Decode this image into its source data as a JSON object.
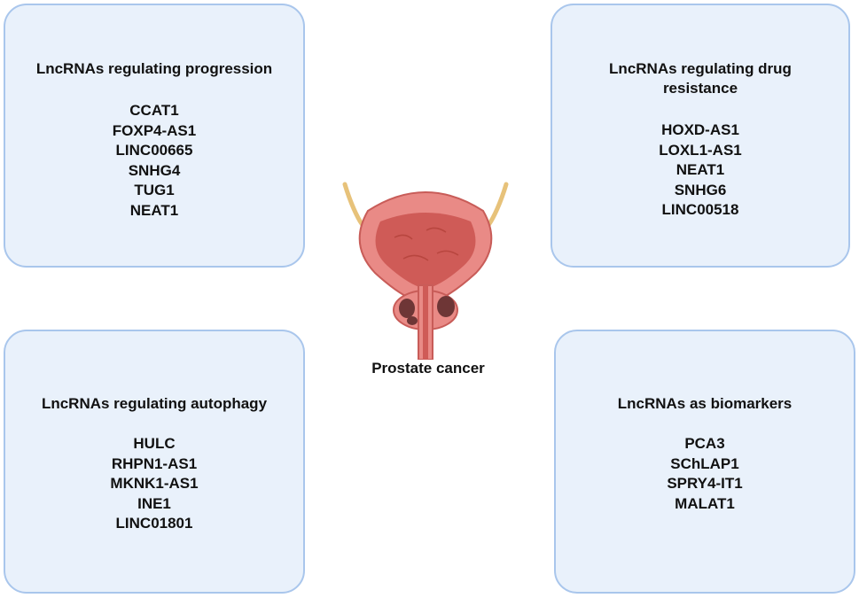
{
  "center": {
    "label": "Prostate cancer",
    "organ_icon": "prostate-bladder-illustration"
  },
  "boxes": {
    "progression": {
      "title": "LncRNAs regulating progression",
      "genes": [
        "CCAT1",
        "FOXP4-AS1",
        "LINC00665",
        "SNHG4",
        "TUG1",
        "NEAT1"
      ]
    },
    "drug_resistance": {
      "title": "LncRNAs regulating drug resistance",
      "genes": [
        "HOXD-AS1",
        "LOXL1-AS1",
        "NEAT1",
        "SNHG6",
        "LINC00518"
      ]
    },
    "autophagy": {
      "title": "LncRNAs regulating autophagy",
      "genes": [
        "HULC",
        "RHPN1-AS1",
        "MKNK1-AS1",
        "INE1",
        "LINC01801"
      ]
    },
    "biomarkers": {
      "title": "LncRNAs as biomarkers",
      "genes": [
        "PCA3",
        "SChLAP1",
        "SPRY4-IT1",
        "MALAT1"
      ]
    }
  },
  "colors": {
    "box_fill": "#e9f1fb",
    "box_border": "#a9c6ec",
    "bladder_outer": "#e98a86",
    "bladder_inner": "#cf5b57",
    "ureter": "#e7c27a",
    "tumor": "#6e3636"
  }
}
